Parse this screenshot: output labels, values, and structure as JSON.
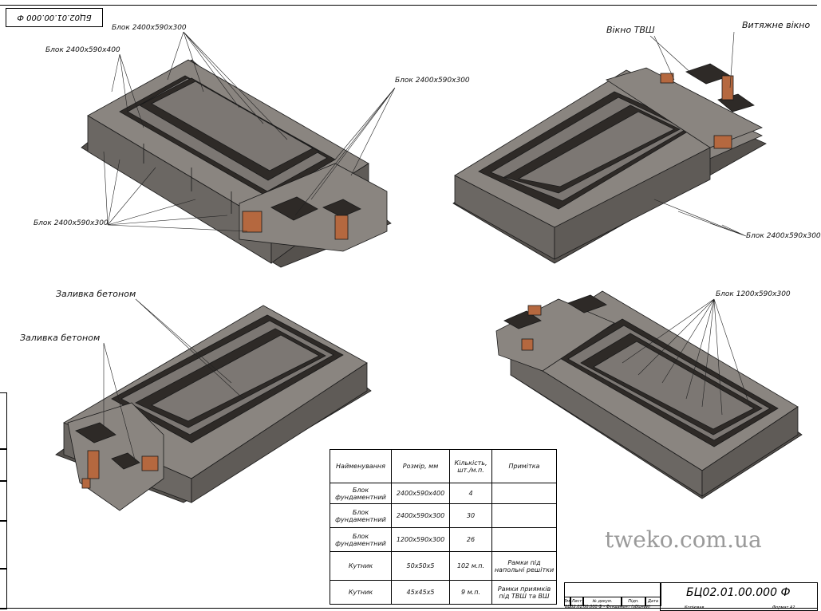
{
  "drawing_code_top": "БЦ02.01.00.000 Ф",
  "views": {
    "top_left": {
      "labels": [
        "Блок 2400х590х300",
        "Блок 2400х590х400",
        "Блок 2400х590х300",
        "Блок 2400х590х300"
      ]
    },
    "top_right": {
      "labels": [
        "Вікно ТВШ",
        "Витяжне вікно",
        "Блок 2400х590х300"
      ]
    },
    "bottom_left": {
      "labels": [
        "Заливка бетоном",
        "Заливка бетоном"
      ]
    },
    "bottom_right": {
      "labels": [
        "Блок 1200х590х300"
      ]
    }
  },
  "spec_table": {
    "headers": [
      "Найменування",
      "Розмір, мм",
      "Кількість, шт./м.п.",
      "Примітка"
    ],
    "rows": [
      [
        "Блок фундаментний",
        "2400х590х400",
        "4",
        ""
      ],
      [
        "Блок фундаментний",
        "2400х590х300",
        "30",
        ""
      ],
      [
        "Блок фундаментний",
        "1200х590х300",
        "26",
        ""
      ],
      [
        "Кутник",
        "50х50х5",
        "102 м.п.",
        "Рамки під напольні решітки"
      ],
      [
        "Кутник",
        "45х45х5",
        "9 м.п.",
        "Рамки приямків під ТВШ та ВШ"
      ]
    ]
  },
  "watermark": "tweko.com.ua",
  "title_block": {
    "code": "БЦ02.01.00.000 Ф",
    "columns": [
      "Зм.",
      "Лист",
      "№ докум.",
      "Підп.",
      "Дата"
    ],
    "subtitle": "БЦ02.01.00.000 Ф - Фундамент (збірний)",
    "copied": "Копіював",
    "format": "Формат А2"
  },
  "colors": {
    "concrete_top": "#8a8580",
    "concrete_side": "#6b6763",
    "concrete_dark": "#3e3a37",
    "brick": "#b5683f",
    "edge": "#1a1a1a"
  }
}
